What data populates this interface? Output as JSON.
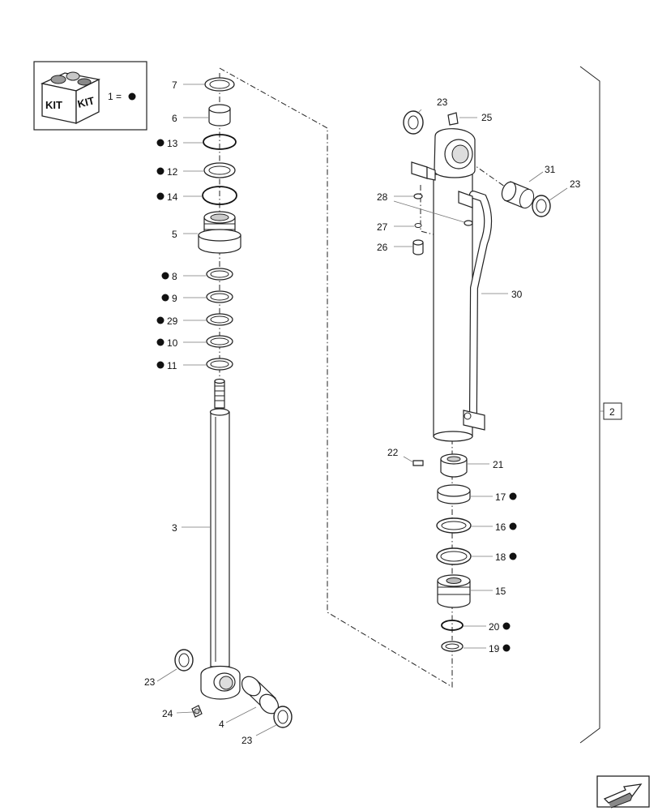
{
  "kit_legend": {
    "kit_word_1": "KIT",
    "kit_word_2": "KIT",
    "equation": "1 ="
  },
  "frame_callout": "2",
  "callouts": {
    "c7": "7",
    "c6": "6",
    "c13": "13",
    "c12": "12",
    "c14": "14",
    "c5": "5",
    "c8": "8",
    "c9": "9",
    "c29": "29",
    "c10": "10",
    "c11": "11",
    "c3": "3",
    "c23a": "23",
    "c24": "24",
    "c4": "4",
    "c23b": "23",
    "c23c": "23",
    "c25": "25",
    "c31": "31",
    "c23d": "23",
    "c28": "28",
    "c27": "27",
    "c26": "26",
    "c30": "30",
    "c22": "22",
    "c21": "21",
    "c17": "17",
    "c16": "16",
    "c18": "18",
    "c15": "15",
    "c20": "20",
    "c19": "19"
  },
  "kit_marked_items": [
    "13",
    "12",
    "14",
    "8",
    "9",
    "29",
    "10",
    "11",
    "17",
    "16",
    "18",
    "20",
    "19"
  ],
  "icons": [
    "kit-box-icon",
    "kit-dot-icon",
    "next-page-arrow-icon"
  ]
}
